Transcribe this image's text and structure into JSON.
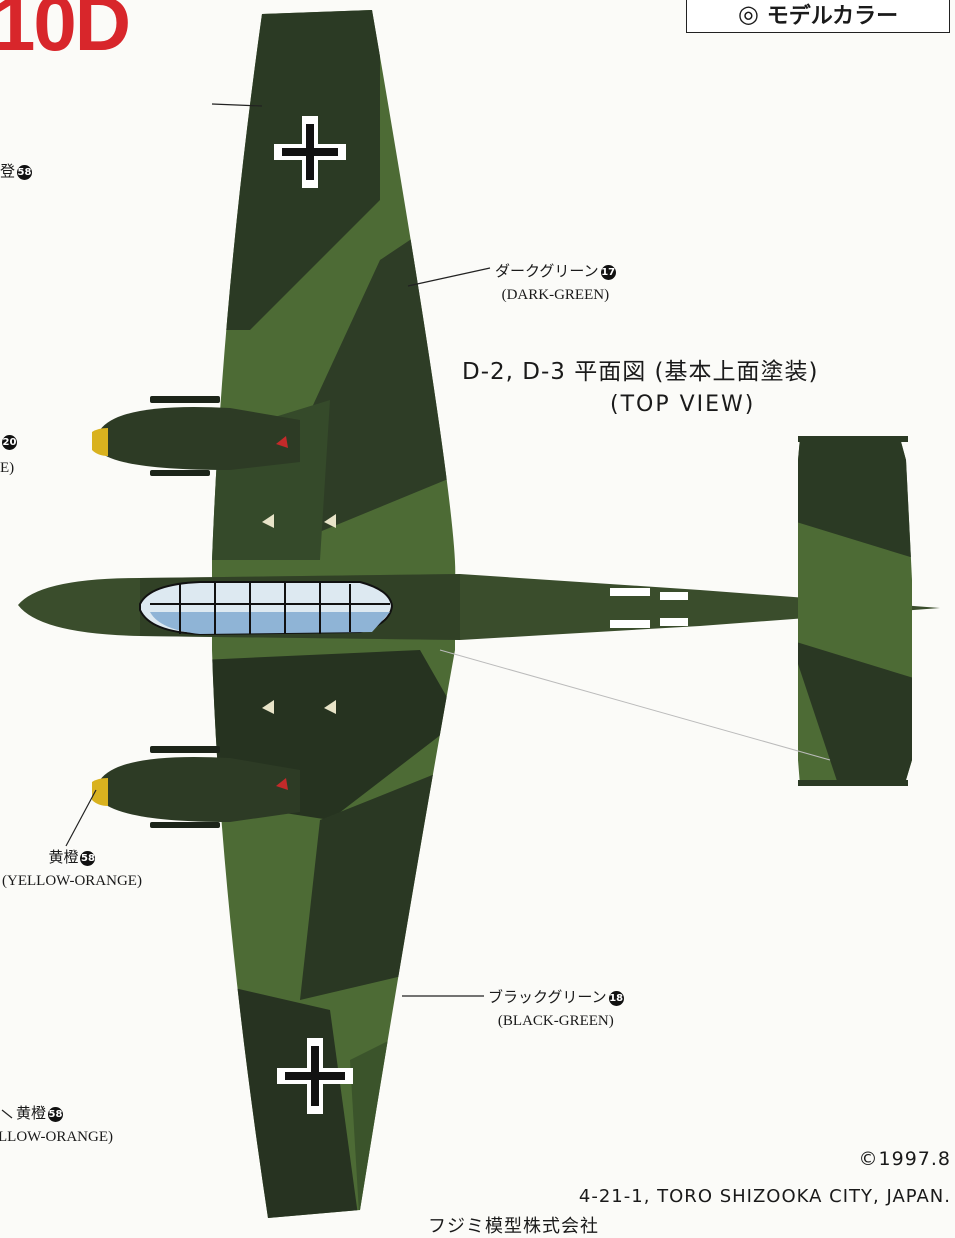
{
  "header": {
    "title_fragment": "10D",
    "paint_box_mark": "◎",
    "paint_box_label": "モデルカラー"
  },
  "view": {
    "title": "D-2, D-3 平面図 (基本上面塗装)",
    "subtitle": "(TOP VIEW)"
  },
  "callouts": {
    "dark_green": {
      "jp": "ダークグリーン",
      "num": "17",
      "en": "(DARK-GREEN)"
    },
    "black_green": {
      "jp": "ブラックグリーン",
      "num": "18",
      "en": "(BLACK-GREEN)"
    },
    "yellow_orange": {
      "jp": "黄橙",
      "num": "58",
      "en": "(YELLOW-ORANGE)"
    },
    "yellow_orange_2": {
      "jp": "黄橙",
      "num": "58",
      "en": "LLOW-ORANGE)"
    }
  },
  "edge_fragments": {
    "top_left": "登",
    "top_left_num": "58",
    "mid_left_num": "20",
    "mid_left_en": "E)"
  },
  "footer": {
    "copyright": "©1997.8",
    "address": "4-21-1, TORO SHIZOOKA CITY, JAPAN.",
    "company": "フジミ模型株式会社"
  },
  "colors": {
    "dark_green": "#3f5a2c",
    "black_green": "#27311f",
    "yellow_orange": "#d9b21f",
    "title_red": "#d8262b"
  }
}
